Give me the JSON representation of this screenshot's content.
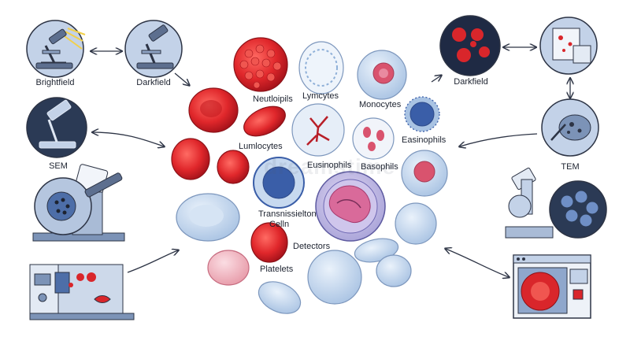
{
  "labels": {
    "brightfield": "Brightfield",
    "darkfield_left": "Darkfield",
    "sem": "SEM",
    "neutrophils": "Neutloipils",
    "lymphocytes": "Lymcytes",
    "monocytes": "Monocytes",
    "eosinophils_right": "Easinophils",
    "lumlocytes": "Lumlocytes",
    "eosinophils_center": "Eusinophils",
    "basophils": "Basophils",
    "transmission_line1": "Transnissielton",
    "transmission_line2": "Celln",
    "detectors": "Detectors",
    "platelets": "Platelets",
    "darkfield_right": "Darkfield",
    "tem": "TEM"
  },
  "watermark": "dreamstime",
  "colors": {
    "red_cell": "#d9262b",
    "red_dark": "#a8141b",
    "blue_cell": "#c7d9ef",
    "blue_outline": "#7d97bd",
    "lavender": "#b9b6e3",
    "nucleus_blue": "#3a5ea8",
    "icon_circle": "#c3d2e8",
    "dark_circle": "#2b3a55",
    "outline": "#2d3445"
  }
}
